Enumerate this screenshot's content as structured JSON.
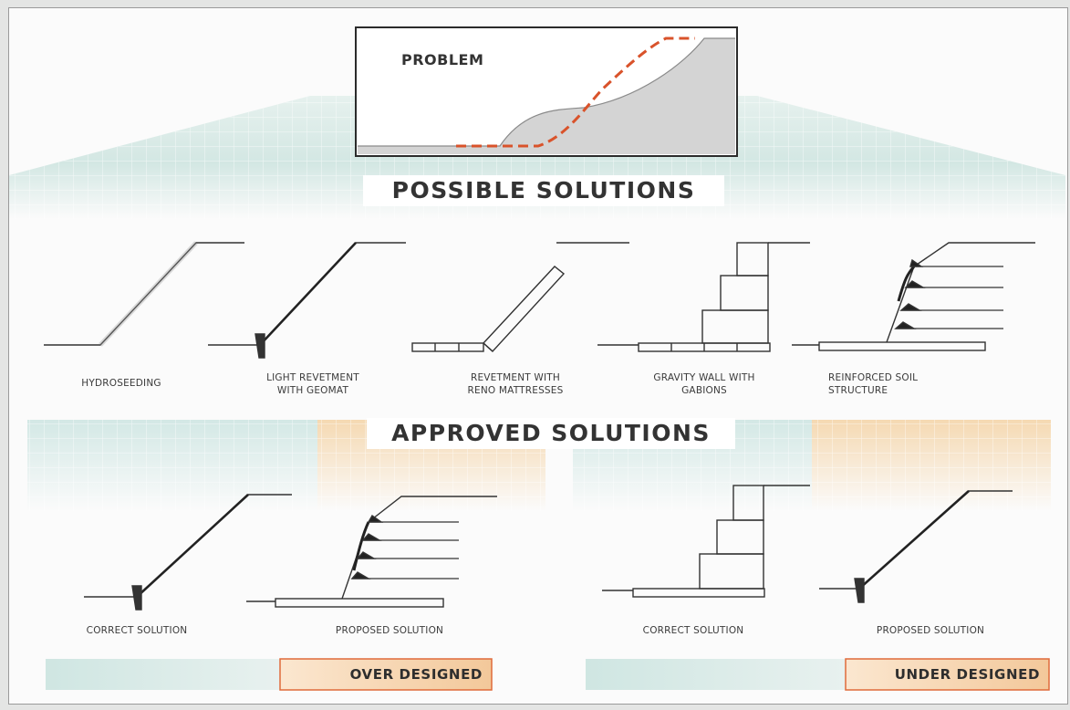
{
  "problem": {
    "title": "PROBLEM"
  },
  "possible_solutions": {
    "title": "POSSIBLE SOLUTIONS",
    "items": [
      {
        "label": "HYDROSEEDING"
      },
      {
        "label": "LIGHT REVETMENT\nWITH GEOMAT"
      },
      {
        "label": "REVETMENT WITH\nRENO MATTRESSES"
      },
      {
        "label": "GRAVITY WALL WITH\nGABIONS"
      },
      {
        "label": "REINFORCED SOIL\nSTRUCTURE"
      }
    ]
  },
  "approved_solutions": {
    "title": "APPROVED SOLUTIONS",
    "groups": [
      {
        "correct_label": "CORRECT SOLUTION",
        "proposed_label": "PROPOSED SOLUTION",
        "verdict": "OVER DESIGNED"
      },
      {
        "correct_label": "CORRECT SOLUTION",
        "proposed_label": "PROPOSED SOLUTION",
        "verdict": "UNDER DESIGNED"
      }
    ]
  },
  "colors": {
    "failure_line": "#d9532b",
    "slope_fill": "#d4d4d4",
    "teal_band": "#d6ecea",
    "orange_band": "#f6dcb8",
    "verdict_border": "#e06a3a",
    "line": "#333333"
  }
}
